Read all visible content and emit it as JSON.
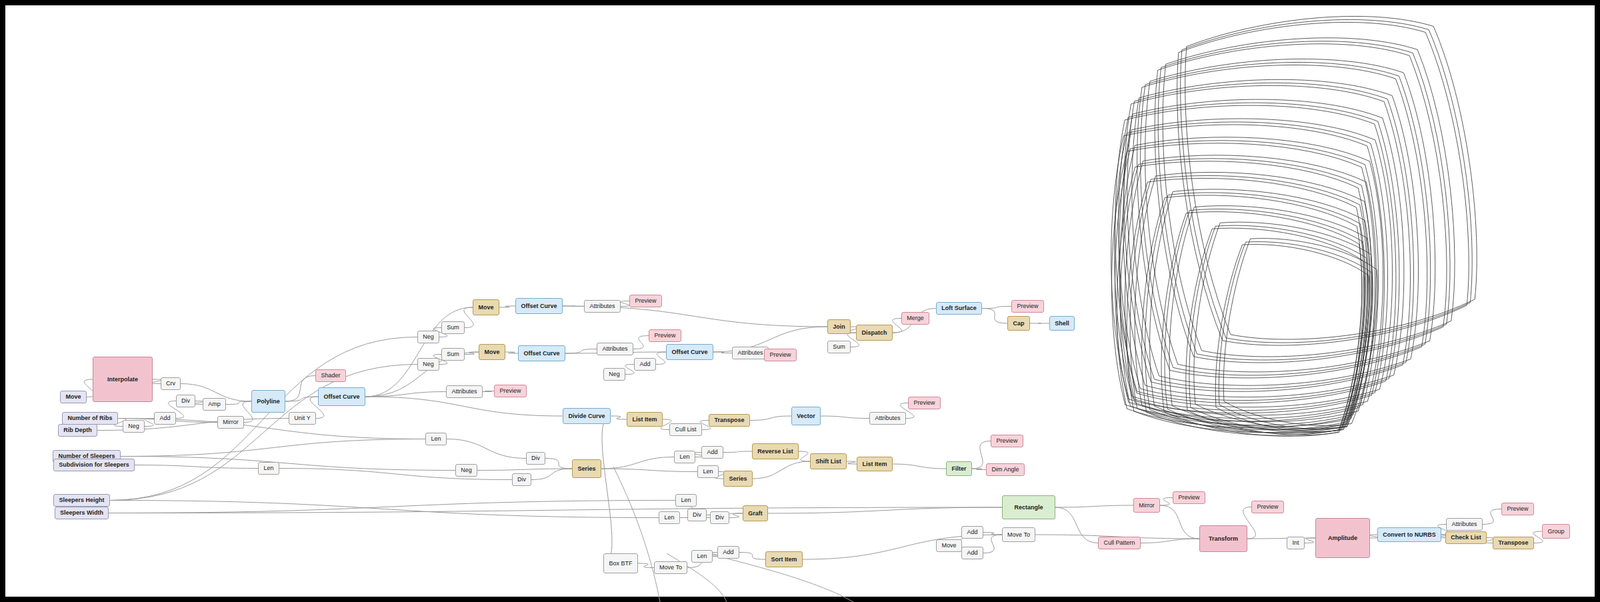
{
  "diagram": {
    "nodes": [
      {
        "text": [
          "Move"
        ]
      },
      {
        "text": [
          "Number of Ribs"
        ]
      },
      {
        "text": [
          "Rib Depth"
        ]
      },
      {
        "text": [
          "Number of Sleepers"
        ]
      },
      {
        "text": [
          "Subdivision for Sleepers"
        ]
      },
      {
        "text": [
          "Sleepers Height"
        ]
      },
      {
        "text": [
          "Sleepers Width"
        ]
      },
      {
        "text": [
          "Interpolate"
        ]
      },
      {
        "text": [
          "Crv"
        ]
      },
      {
        "text": [
          "Neg"
        ]
      },
      {
        "text": [
          "Add"
        ]
      },
      {
        "text": [
          "Div"
        ]
      },
      {
        "text": [
          "Mirror"
        ]
      },
      {
        "text": [
          "Polyline"
        ]
      },
      {
        "text": [
          "Amp"
        ]
      },
      {
        "text": [
          "Unit Y"
        ]
      },
      {
        "text": [
          "Shader"
        ]
      },
      {
        "text": [
          "Offset Curve"
        ]
      },
      {
        "text": [
          "Attributes"
        ]
      },
      {
        "text": [
          "Preview"
        ]
      },
      {
        "text": [
          "Neg"
        ]
      },
      {
        "text": [
          "Sum"
        ]
      },
      {
        "text": [
          "Neg"
        ]
      },
      {
        "text": [
          "Sum"
        ]
      },
      {
        "text": [
          "Move"
        ]
      },
      {
        "text": [
          "Move"
        ]
      },
      {
        "text": [
          "Offset Curve"
        ]
      },
      {
        "text": [
          "Offset Curve"
        ]
      },
      {
        "text": [
          "Attributes"
        ]
      },
      {
        "text": [
          "Preview"
        ]
      },
      {
        "text": [
          "Attributes"
        ]
      },
      {
        "text": [
          "Preview"
        ]
      },
      {
        "text": [
          "Add"
        ]
      },
      {
        "text": [
          "Neg"
        ]
      },
      {
        "text": [
          "Offset Curve"
        ]
      },
      {
        "text": [
          "Attributes"
        ]
      },
      {
        "text": [
          "Preview"
        ]
      },
      {
        "text": [
          "Join"
        ]
      },
      {
        "text": [
          "Sum"
        ]
      },
      {
        "text": [
          "Dispatch"
        ]
      },
      {
        "text": [
          "Merge"
        ]
      },
      {
        "text": [
          "Loft Surface"
        ]
      },
      {
        "text": [
          "Preview"
        ]
      },
      {
        "text": [
          "Cap"
        ]
      },
      {
        "text": [
          "Shell"
        ]
      },
      {
        "text": [
          "Divide Curve"
        ]
      },
      {
        "text": [
          "List Item"
        ]
      },
      {
        "text": [
          "Cull List"
        ]
      },
      {
        "text": [
          "Transpose"
        ]
      },
      {
        "text": [
          "Vector"
        ]
      },
      {
        "text": [
          "Attributes"
        ]
      },
      {
        "text": [
          "Preview"
        ]
      },
      {
        "text": [
          "Len"
        ]
      },
      {
        "text": [
          "Len"
        ]
      },
      {
        "text": [
          "Neg"
        ]
      },
      {
        "text": [
          "Div"
        ]
      },
      {
        "text": [
          "Div"
        ]
      },
      {
        "text": [
          "Series"
        ]
      },
      {
        "text": [
          "Len"
        ]
      },
      {
        "text": [
          "Add"
        ]
      },
      {
        "text": [
          "Reverse List"
        ]
      },
      {
        "text": [
          "Len"
        ]
      },
      {
        "text": [
          "Series"
        ]
      },
      {
        "text": [
          "Shift List"
        ]
      },
      {
        "text": [
          "List Item"
        ]
      },
      {
        "text": [
          "Filter"
        ]
      },
      {
        "text": [
          "Preview"
        ]
      },
      {
        "text": [
          "Dim Angle"
        ]
      },
      {
        "text": [
          "Len"
        ]
      },
      {
        "text": [
          "Len"
        ]
      },
      {
        "text": [
          "Div"
        ]
      },
      {
        "text": [
          "Div"
        ]
      },
      {
        "text": [
          "Graft"
        ]
      },
      {
        "text": [
          "Rectangle"
        ]
      },
      {
        "text": [
          "Mirror"
        ]
      },
      {
        "text": [
          "Preview"
        ]
      },
      {
        "text": [
          "Move"
        ]
      },
      {
        "text": [
          "Add"
        ]
      },
      {
        "text": [
          "Add"
        ]
      },
      {
        "text": [
          "Move To"
        ]
      },
      {
        "text": [
          "Cull Pattern"
        ]
      },
      {
        "text": [
          "Transform"
        ]
      },
      {
        "text": [
          "Preview"
        ]
      },
      {
        "text": [
          "Int"
        ]
      },
      {
        "text": [
          "Amplitude"
        ]
      },
      {
        "text": [
          "Convert to NURBS"
        ]
      },
      {
        "text": [
          "Attributes"
        ]
      },
      {
        "text": [
          "Preview"
        ]
      },
      {
        "text": [
          "Check List"
        ]
      },
      {
        "text": [
          "Transpose"
        ]
      },
      {
        "text": [
          "Group"
        ]
      },
      {
        "text": [
          "Box BTF"
        ]
      },
      {
        "text": [
          "Move To"
        ]
      },
      {
        "text": [
          "Len"
        ]
      },
      {
        "text": [
          "Add"
        ]
      },
      {
        "text": [
          "Sort Item"
        ]
      }
    ],
    "edges": [
      {
        "from": 0,
        "to": 7,
        "arrow": "none"
      },
      {
        "from": 7,
        "to": 8,
        "arrow": "none"
      },
      {
        "from": 8,
        "to": 13,
        "arrow": "none"
      },
      {
        "from": 1,
        "to": 9,
        "arrow": "none"
      },
      {
        "from": 9,
        "to": 10,
        "arrow": "none"
      },
      {
        "from": 1,
        "to": 12,
        "arrow": "none"
      },
      {
        "from": 10,
        "to": 11,
        "arrow": "none"
      },
      {
        "from": 11,
        "to": 14,
        "arrow": "none"
      },
      {
        "from": 14,
        "to": 13,
        "arrow": "none"
      },
      {
        "from": 12,
        "to": 13,
        "arrow": "none"
      },
      {
        "from": 2,
        "to": 15,
        "arrow": "none"
      },
      {
        "from": 13,
        "to": 17,
        "arrow": "none"
      },
      {
        "from": 15,
        "to": 17,
        "arrow": "none"
      },
      {
        "from": 13,
        "to": 16,
        "arrow": "none"
      },
      {
        "from": 17,
        "to": 18,
        "arrow": "none"
      },
      {
        "from": 18,
        "to": 19,
        "arrow": "none"
      },
      {
        "from": 17,
        "to": 24,
        "arrow": "none"
      },
      {
        "from": 17,
        "to": 25,
        "arrow": "none"
      },
      {
        "from": 20,
        "to": 21,
        "arrow": "none"
      },
      {
        "from": 21,
        "to": 24,
        "arrow": "none"
      },
      {
        "from": 22,
        "to": 23,
        "arrow": "none"
      },
      {
        "from": 23,
        "to": 25,
        "arrow": "none"
      },
      {
        "from": 5,
        "to": 20,
        "arrow": "none"
      },
      {
        "from": 5,
        "to": 22,
        "arrow": "none"
      },
      {
        "from": 24,
        "to": 26,
        "arrow": "none"
      },
      {
        "from": 25,
        "to": 27,
        "arrow": "none"
      },
      {
        "from": 26,
        "to": 28,
        "arrow": "none"
      },
      {
        "from": 28,
        "to": 29,
        "arrow": "none"
      },
      {
        "from": 27,
        "to": 30,
        "arrow": "none"
      },
      {
        "from": 30,
        "to": 31,
        "arrow": "none"
      },
      {
        "from": 27,
        "to": 34,
        "arrow": "none"
      },
      {
        "from": 32,
        "to": 34,
        "arrow": "none"
      },
      {
        "from": 33,
        "to": 32,
        "arrow": "none"
      },
      {
        "from": 34,
        "to": 35,
        "arrow": "none"
      },
      {
        "from": 35,
        "to": 36,
        "arrow": "none"
      },
      {
        "from": 26,
        "to": 37,
        "arrow": "none"
      },
      {
        "from": 34,
        "to": 37,
        "arrow": "none"
      },
      {
        "from": 38,
        "to": 39,
        "arrow": "none"
      },
      {
        "from": 37,
        "to": 39,
        "arrow": "none"
      },
      {
        "from": 39,
        "to": 40,
        "arrow": "none"
      },
      {
        "from": 39,
        "to": 41,
        "arrow": "none"
      },
      {
        "from": 41,
        "to": 42,
        "arrow": "none"
      },
      {
        "from": 41,
        "to": 43,
        "arrow": "none"
      },
      {
        "from": 43,
        "to": 44,
        "arrow": "none"
      },
      {
        "from": 17,
        "to": 45,
        "arrow": "none"
      },
      {
        "from": 45,
        "to": 46,
        "arrow": "none"
      },
      {
        "from": 46,
        "to": 47,
        "arrow": "none"
      },
      {
        "from": 47,
        "to": 48,
        "arrow": "none"
      },
      {
        "from": 48,
        "to": 49,
        "arrow": "none"
      },
      {
        "from": 49,
        "to": 50,
        "arrow": "none"
      },
      {
        "from": 50,
        "to": 51,
        "arrow": "none"
      },
      {
        "from": 1,
        "to": 52,
        "arrow": "none"
      },
      {
        "from": 3,
        "to": 52,
        "arrow": "none"
      },
      {
        "from": 52,
        "to": 56,
        "arrow": "none"
      },
      {
        "from": 3,
        "to": 54,
        "arrow": "none"
      },
      {
        "from": 4,
        "to": 53,
        "arrow": "none"
      },
      {
        "from": 53,
        "to": 55,
        "arrow": "none"
      },
      {
        "from": 54,
        "to": 57,
        "arrow": "none"
      },
      {
        "from": 55,
        "to": 57,
        "arrow": "none"
      },
      {
        "from": 56,
        "to": 57,
        "arrow": "none"
      },
      {
        "from": 57,
        "to": 58,
        "arrow": "none"
      },
      {
        "from": 58,
        "to": 59,
        "arrow": "none"
      },
      {
        "from": 59,
        "to": 60,
        "arrow": "none"
      },
      {
        "from": 57,
        "to": 61,
        "arrow": "none"
      },
      {
        "from": 61,
        "to": 62,
        "arrow": "none"
      },
      {
        "from": 60,
        "to": 63,
        "arrow": "none"
      },
      {
        "from": 62,
        "to": 63,
        "arrow": "none"
      },
      {
        "from": 63,
        "to": 64,
        "arrow": "none"
      },
      {
        "from": 64,
        "to": 65,
        "arrow": "none"
      },
      {
        "from": 65,
        "to": 66,
        "arrow": "none"
      },
      {
        "from": 65,
        "to": 67,
        "arrow": "none"
      },
      {
        "from": 6,
        "to": 68,
        "arrow": "none"
      },
      {
        "from": 5,
        "to": 69,
        "arrow": "none"
      },
      {
        "from": 68,
        "to": 70,
        "arrow": "none"
      },
      {
        "from": 69,
        "to": 71,
        "arrow": "none"
      },
      {
        "from": 70,
        "to": 72,
        "arrow": "none"
      },
      {
        "from": 71,
        "to": 72,
        "arrow": "none"
      },
      {
        "from": 72,
        "to": 73,
        "arrow": "none"
      },
      {
        "from": 6,
        "to": 73,
        "arrow": "none"
      },
      {
        "from": 73,
        "to": 74,
        "arrow": "none"
      },
      {
        "from": 74,
        "to": 75,
        "arrow": "none"
      },
      {
        "from": 74,
        "to": 81,
        "arrow": "none"
      },
      {
        "from": 76,
        "to": 77,
        "arrow": "none"
      },
      {
        "from": 76,
        "to": 78,
        "arrow": "none"
      },
      {
        "from": 77,
        "to": 79,
        "arrow": "none"
      },
      {
        "from": 78,
        "to": 79,
        "arrow": "none"
      },
      {
        "from": 79,
        "to": 81,
        "arrow": "none"
      },
      {
        "from": 73,
        "to": 80,
        "arrow": "none"
      },
      {
        "from": 80,
        "to": 81,
        "arrow": "none"
      },
      {
        "from": 81,
        "to": 82,
        "arrow": "none"
      },
      {
        "from": 81,
        "to": 84,
        "arrow": "none"
      },
      {
        "from": 83,
        "to": 84,
        "arrow": "none"
      },
      {
        "from": 84,
        "to": 85,
        "arrow": "none"
      },
      {
        "from": 85,
        "to": 86,
        "arrow": "none"
      },
      {
        "from": 86,
        "to": 87,
        "arrow": "none"
      },
      {
        "from": 85,
        "to": 88,
        "arrow": "none"
      },
      {
        "from": 88,
        "to": 89,
        "arrow": "none"
      },
      {
        "from": 89,
        "to": 90,
        "arrow": "none"
      },
      {
        "from": 45,
        "to": 91,
        "arrow": "none"
      },
      {
        "from": 91,
        "to": 92,
        "arrow": "none"
      },
      {
        "from": 93,
        "to": 94,
        "arrow": "none"
      },
      {
        "from": 92,
        "to": 94,
        "arrow": "none"
      },
      {
        "from": 94,
        "to": 95,
        "arrow": "none"
      },
      {
        "from": 95,
        "to": 79,
        "arrow": "none"
      }
    ]
  }
}
